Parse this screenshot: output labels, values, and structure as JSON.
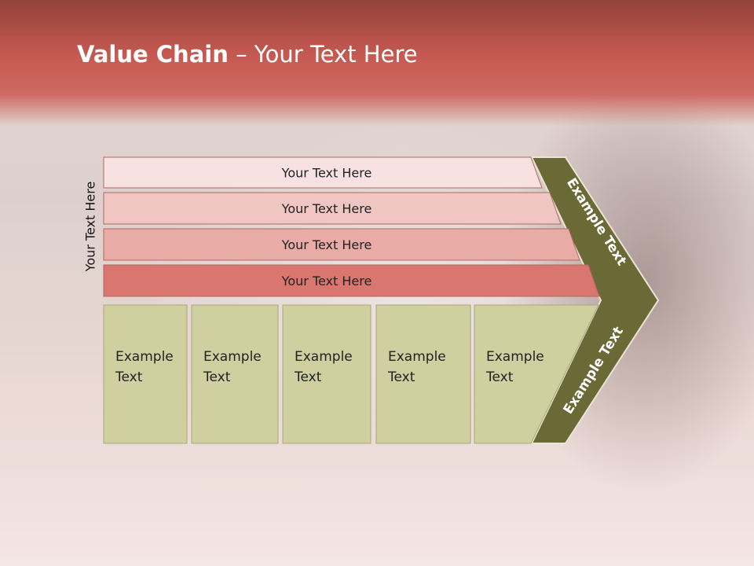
{
  "title": {
    "bold": "Value Chain",
    "rest": " – Your Text Here"
  },
  "side_label": "Your Text Here",
  "bars": [
    {
      "label": "Your Text Here",
      "color": "#f8e2e1"
    },
    {
      "label": "Your Text Here",
      "color": "#f0c6c3"
    },
    {
      "label": "Your Text Here",
      "color": "#e8aba6"
    },
    {
      "label": "Your Text Here",
      "color": "#d9766f"
    }
  ],
  "boxes": [
    {
      "line1": "Example",
      "line2": "Text"
    },
    {
      "line1": "Example",
      "line2": "Text"
    },
    {
      "line1": "Example",
      "line2": "Text"
    },
    {
      "line1": "Example",
      "line2": "Text"
    },
    {
      "line1": "Example",
      "line2": "Text"
    }
  ],
  "chevron": {
    "top_label": "Example Text",
    "bottom_label": "Example Text",
    "color": "#6b6a37"
  },
  "colors": {
    "box_fill": "#cfcfa0",
    "header": "#c65a52"
  }
}
